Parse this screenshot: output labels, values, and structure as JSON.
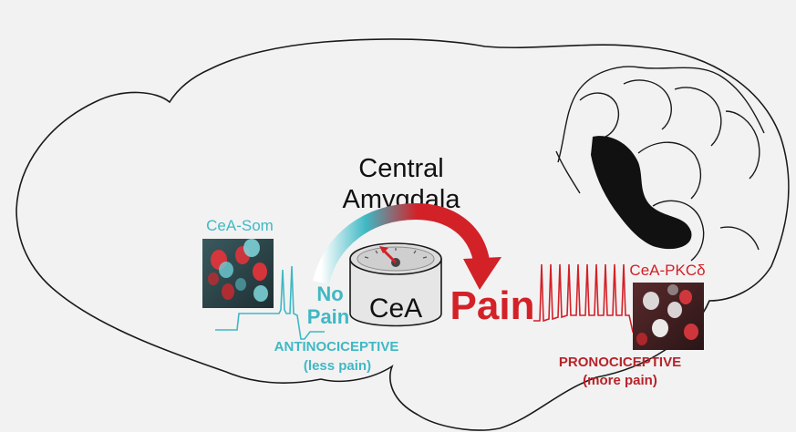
{
  "title": {
    "line1": "Central",
    "line2": "Amygdala"
  },
  "center": {
    "label": "CeA",
    "no_pain_line1": "No",
    "no_pain_line2": "Pain",
    "pain": "Pain"
  },
  "left": {
    "cell_label": "CeA-Som",
    "effect_line1": "ANTINOCICEPTIVE",
    "effect_line2": "(less pain)"
  },
  "right": {
    "cell_label": "CeA-PKCδ",
    "effect_line1": "PRONOCICEPTIVE",
    "effect_line2": "(more pain)"
  },
  "colors": {
    "background": "#f2f2f2",
    "teal": "#3fb8c4",
    "red": "#d32128",
    "outline": "#1a1a1a",
    "dial_gray": "#8c8c8c"
  }
}
